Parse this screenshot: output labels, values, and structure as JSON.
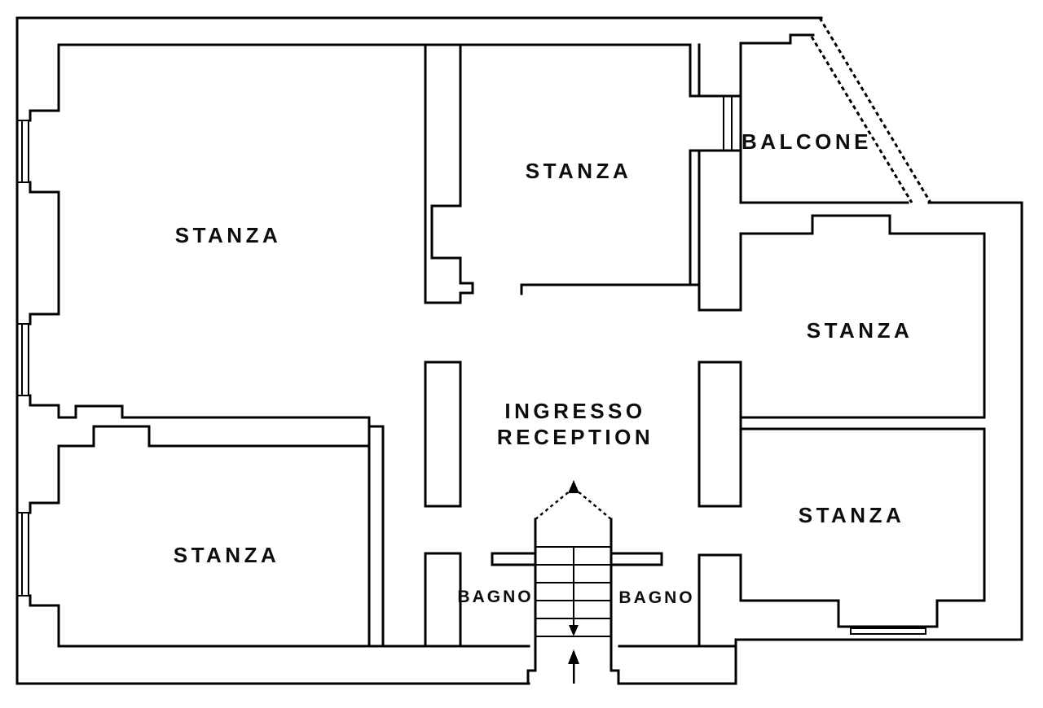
{
  "drawing": {
    "type": "floor-plan",
    "background_color": "#ffffff",
    "wall_color": "#000000",
    "text_color": "#0d0d0d"
  },
  "labels": {
    "stanza_top_left": "STANZA",
    "stanza_top_middle": "STANZA",
    "balcone": "BALCONE",
    "stanza_right_middle": "STANZA",
    "stanza_bottom_right": "STANZA",
    "stanza_bottom_left": "STANZA",
    "ingresso_line1": "INGRESSO",
    "ingresso_line2": "RECEPTION",
    "bagno_left": "BAGNO",
    "bagno_right": "BAGNO"
  },
  "rooms": [
    {
      "name": "stanza-top-left",
      "label": "STANZA"
    },
    {
      "name": "stanza-top-middle",
      "label": "STANZA"
    },
    {
      "name": "balcone",
      "label": "BALCONE"
    },
    {
      "name": "stanza-right-middle",
      "label": "STANZA"
    },
    {
      "name": "stanza-bottom-right",
      "label": "STANZA"
    },
    {
      "name": "stanza-bottom-left",
      "label": "STANZA"
    },
    {
      "name": "ingresso-reception",
      "label": "INGRESSO RECEPTION"
    },
    {
      "name": "bagno-left",
      "label": "BAGNO"
    },
    {
      "name": "bagno-right",
      "label": "BAGNO"
    }
  ]
}
